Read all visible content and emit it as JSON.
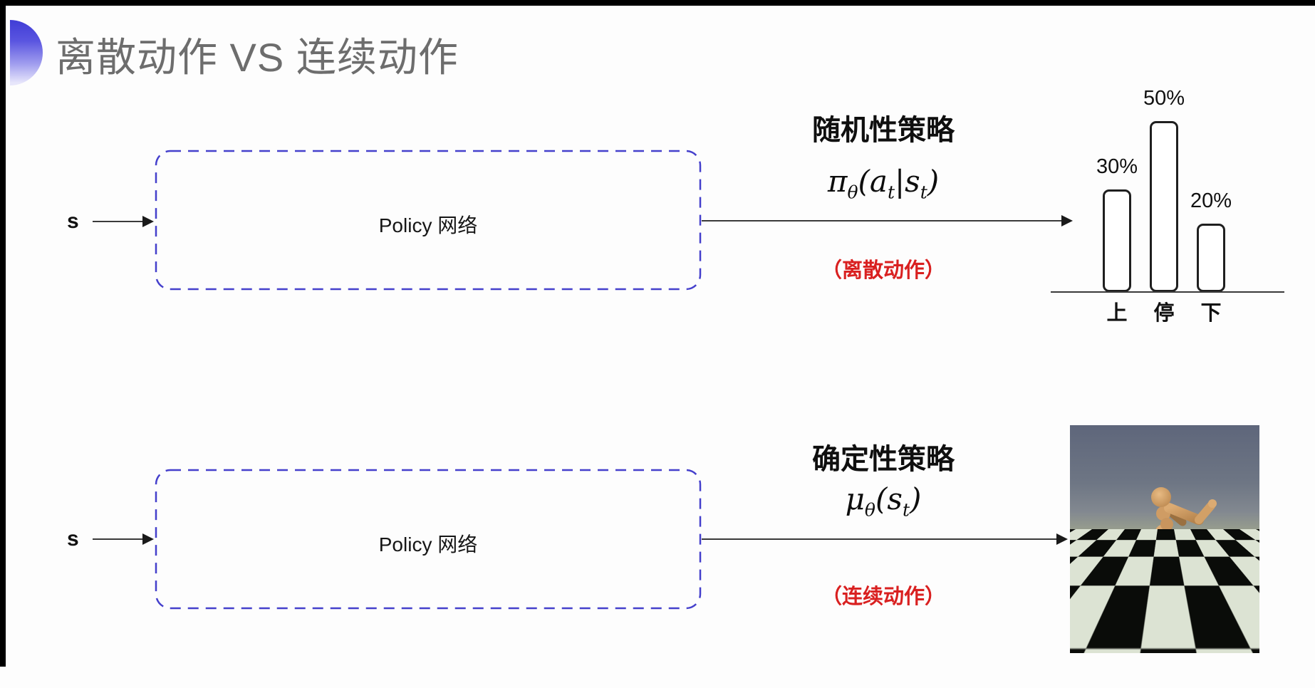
{
  "title": {
    "text": "离散动作 VS 连续动作"
  },
  "colors": {
    "accent_box_blue": "#4540cc",
    "annotation_red": "#d92020",
    "title_gray": "#6d6d6d",
    "arrow_black": "#1a1a1a",
    "sim_sky": "#6c7486",
    "sim_floor_light": "#dce3d3",
    "sim_floor_dark": "#0a0c09",
    "sim_body_tan": "#cf9c64"
  },
  "rows": [
    {
      "input_label": "s",
      "box_label": "Policy 网络",
      "policy_name": "随机性策略",
      "formula": {
        "lead": "π",
        "lead_sub": "θ",
        "open": "(",
        "arg1": "a",
        "arg1_sub": "t",
        "sep": "|",
        "arg2": "s",
        "arg2_sub": "t",
        "close": ")"
      },
      "annotation": "（离散动作）"
    },
    {
      "input_label": "s",
      "box_label": "Policy 网络",
      "policy_name": "确定性策略",
      "formula": {
        "lead": "μ",
        "lead_sub": "θ",
        "open": "(",
        "arg1": "s",
        "arg1_sub": "t",
        "close": ")"
      },
      "annotation": "（连续动作）"
    }
  ],
  "chart_data": {
    "type": "bar",
    "title": "",
    "xlabel": "",
    "ylabel": "",
    "categories": [
      "上",
      "停",
      "下"
    ],
    "values": [
      30,
      50,
      20
    ],
    "value_labels": [
      "30%",
      "50%",
      "20%"
    ],
    "unit": "%",
    "ylim": [
      0,
      55
    ],
    "grid": false,
    "legend": false,
    "bar_fill": "#ffffff",
    "bar_stroke": "#1f1f1f"
  }
}
